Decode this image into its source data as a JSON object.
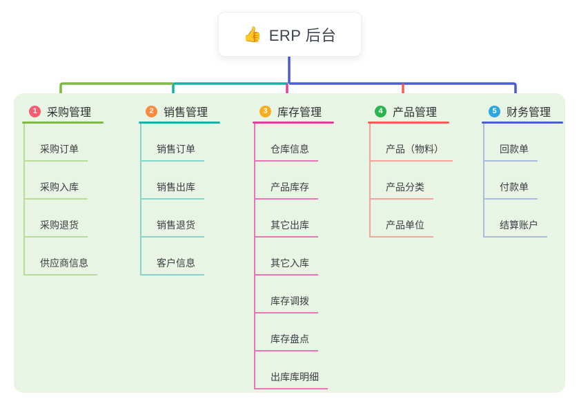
{
  "root": {
    "icon": "👍",
    "title": "ERP 后台",
    "connector_color": "#4a5cd4"
  },
  "panel": {
    "background": "#e8f5e5"
  },
  "columns": [
    {
      "number": "1",
      "title": "采购管理",
      "badge_color": "#f75b6e",
      "color": "#7cb93f",
      "light_color": "#b9dc9b",
      "items": [
        "采购订单",
        "采购入库",
        "采购退货",
        "供应商信息"
      ]
    },
    {
      "number": "2",
      "title": "销售管理",
      "badge_color": "#fb8a3c",
      "color": "#13b2a4",
      "light_color": "#84d5cc",
      "items": [
        "销售订单",
        "销售出库",
        "销售退货",
        "客户信息"
      ]
    },
    {
      "number": "3",
      "title": "库存管理",
      "badge_color": "#fbac1c",
      "color": "#e0409c",
      "light_color": "#ee72b8",
      "items": [
        "仓库信息",
        "产品库存",
        "其它出库",
        "其它入库",
        "库存调拨",
        "库存盘点",
        "出库库明细"
      ]
    },
    {
      "number": "4",
      "title": "产品管理",
      "badge_color": "#2ab54f",
      "color": "#f85b53",
      "light_color": "#f9a29b",
      "items": [
        "产品（物料）",
        "产品分类",
        "产品单位"
      ]
    },
    {
      "number": "5",
      "title": "财务管理",
      "badge_color": "#2aa7e2",
      "color": "#4a5cd4",
      "light_color": "#a9bade",
      "items": [
        "回款单",
        "付款单",
        "结算账户"
      ]
    }
  ]
}
